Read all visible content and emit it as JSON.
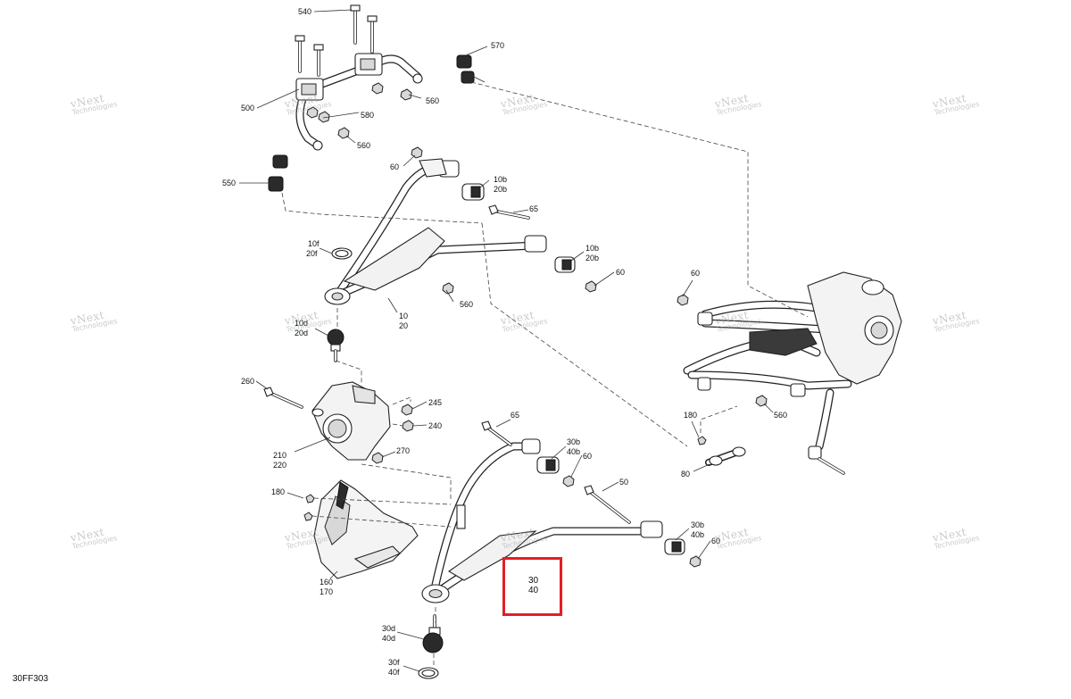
{
  "diagram": {
    "figure_code": "30FF303",
    "watermark_line1": "vNext",
    "watermark_line2": "Technologies",
    "highlight_color": "#e41e26",
    "labels": {
      "p540": "540",
      "p570": "570",
      "p500": "500",
      "p580": "580",
      "p560a": "560",
      "p560b": "560",
      "p560c": "560",
      "p560d": "560",
      "p550": "550",
      "p60a": "60",
      "p60b": "60",
      "p60c": "60",
      "p60d": "60",
      "p60e": "60",
      "p10b_top": "10b",
      "p20b_top": "20b",
      "p65a": "65",
      "p10b_mid": "10b",
      "p20b_mid": "20b",
      "p10f": "10f",
      "p20f": "20f",
      "p10": "10",
      "p20": "20",
      "p10d": "10d",
      "p20d": "20d",
      "p260": "260",
      "p245": "245",
      "p240": "240",
      "p270": "270",
      "p210": "210",
      "p220": "220",
      "p65b": "65",
      "p30b_a": "30b",
      "p40b_a": "40b",
      "p50": "50",
      "p30b_b": "30b",
      "p40b_b": "40b",
      "p180a": "180",
      "p180b": "180",
      "p80": "80",
      "p160": "160",
      "p170": "170",
      "p30d": "30d",
      "p40d": "40d",
      "p30f": "30f",
      "p40f": "40f",
      "p30_hl": "30",
      "p40_hl": "40"
    }
  }
}
